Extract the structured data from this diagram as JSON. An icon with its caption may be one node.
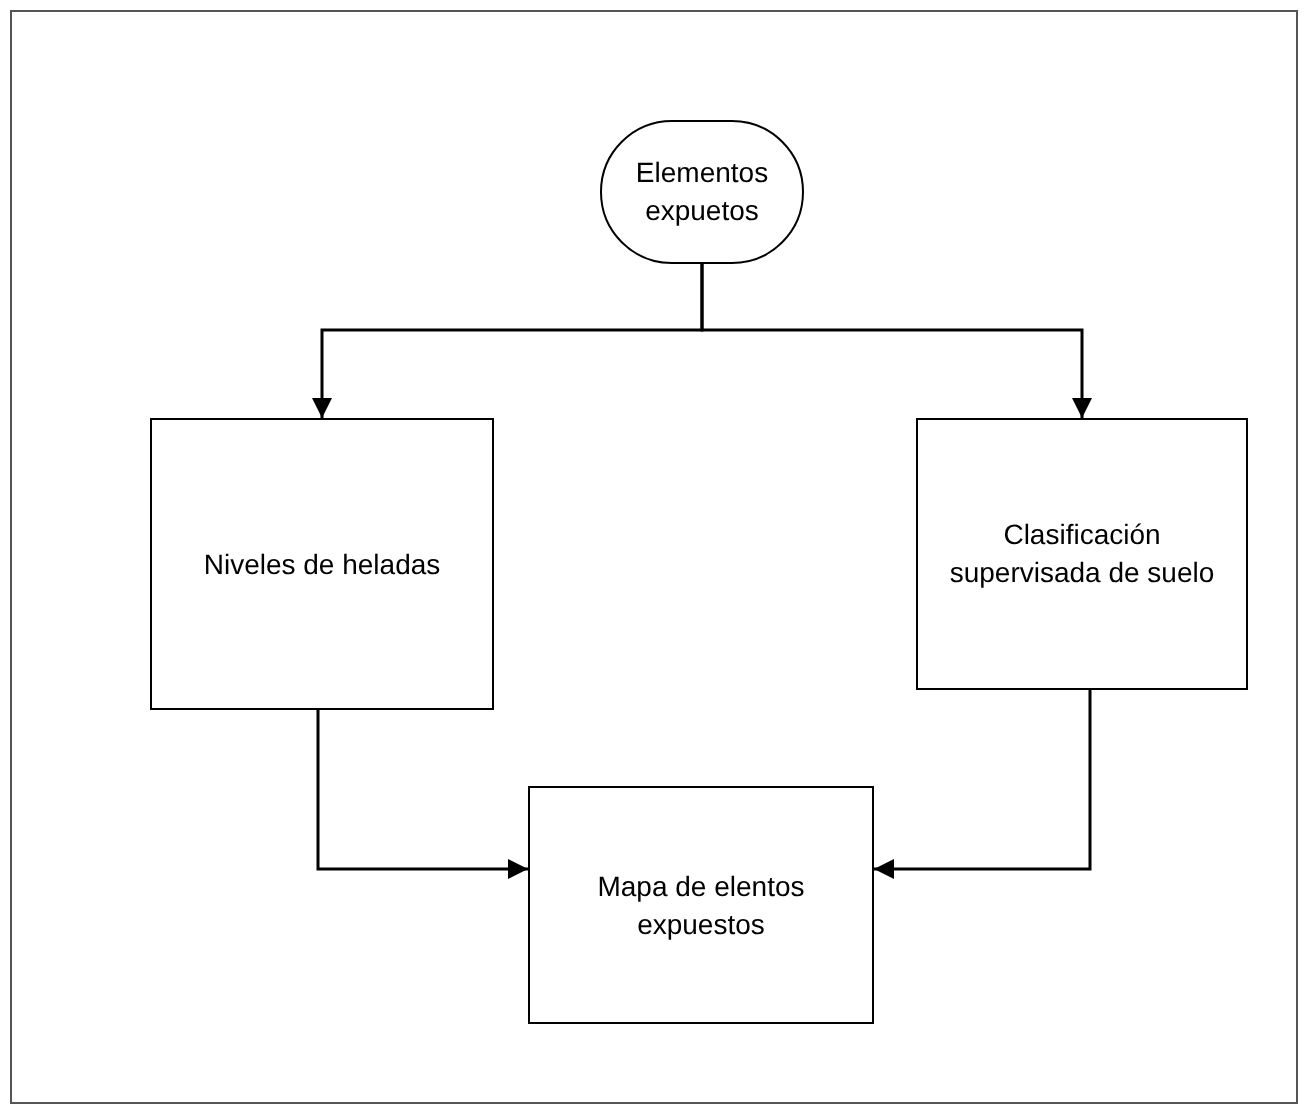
{
  "diagram": {
    "nodes": [
      {
        "text": [
          "Elementos expuetos"
        ]
      },
      {
        "text": [
          "Niveles de heladas"
        ]
      },
      {
        "text": [
          "Clasificación supervisada de suelo"
        ]
      },
      {
        "text": [
          "Mapa de elentos expuestos"
        ]
      }
    ],
    "edges": [
      {
        "from": 0,
        "to": 1,
        "arrow": "to"
      },
      {
        "from": 0,
        "to": 2,
        "arrow": "to"
      },
      {
        "from": 1,
        "to": 3,
        "arrow": "to"
      },
      {
        "from": 2,
        "to": 3,
        "arrow": "to"
      }
    ]
  }
}
